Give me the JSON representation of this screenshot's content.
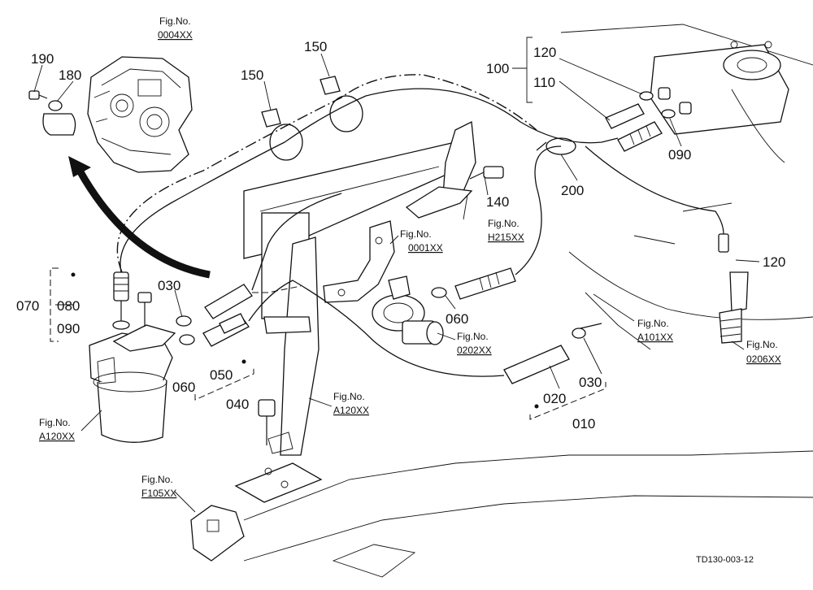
{
  "labels": {
    "p190": "190",
    "p180": "180",
    "p150a": "150",
    "p150b": "150",
    "p100": "100",
    "p120a": "120",
    "p110": "110",
    "p090a": "090",
    "p140": "140",
    "p200": "200",
    "p120b": "120",
    "p070": "070",
    "p080": "080",
    "p090b": "090",
    "p030a": "030",
    "p060a": "060",
    "p050": "050",
    "p040": "040",
    "p060b": "060",
    "p020": "020",
    "p030b": "030",
    "p010": "010"
  },
  "figrefs": {
    "f0004_title": "Fig.No.",
    "f0004_code": "0004XX",
    "f0001_title": "Fig.No.",
    "f0001_code": "0001XX",
    "fH215_title": "Fig.No.",
    "fH215_code": "H215XX",
    "f0202_title": "Fig.No.",
    "f0202_code": "0202XX",
    "fA101_title": "Fig.No.",
    "fA101_code": "A101XX",
    "f0206_title": "Fig.No.",
    "f0206_code": "0206XX",
    "fA120a_title": "Fig.No.",
    "fA120a_code": "A120XX",
    "fA120b_title": "Fig.No.",
    "fA120b_code": "A120XX",
    "fF105_title": "Fig.No.",
    "fF105_code": "F105XX"
  },
  "footer": {
    "drawing_code": "TD130-003-12"
  }
}
